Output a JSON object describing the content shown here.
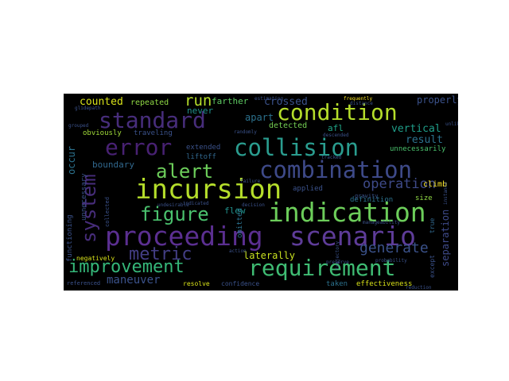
{
  "wordcloud": {
    "background": "#000000",
    "words": [
      {
        "text": "proceeding",
        "color": "#5b2f91"
      },
      {
        "text": "scenario",
        "color": "#5e3c99"
      },
      {
        "text": "requirement",
        "color": "#3fbc73"
      },
      {
        "text": "indication",
        "color": "#6ccd5a"
      },
      {
        "text": "incursion",
        "color": "#b5de2b"
      },
      {
        "text": "combination",
        "color": "#3e4a89"
      },
      {
        "text": "collision",
        "color": "#2a9d8f"
      },
      {
        "text": "condition",
        "color": "#b5de2b"
      },
      {
        "text": "standard",
        "color": "#472d7b"
      },
      {
        "text": "error",
        "color": "#482173"
      },
      {
        "text": "alert",
        "color": "#6ccd5a"
      },
      {
        "text": "figure",
        "color": "#4ac16d"
      },
      {
        "text": "system",
        "color": "#472d7b"
      },
      {
        "text": "improvement",
        "color": "#35b779"
      },
      {
        "text": "metric",
        "color": "#433e85"
      },
      {
        "text": "run",
        "color": "#b5de2b"
      },
      {
        "text": "counted",
        "color": "#d8e219"
      },
      {
        "text": "repeated",
        "color": "#8fd744"
      },
      {
        "text": "farther",
        "color": "#5ec962"
      },
      {
        "text": "crossed",
        "color": "#3b528b"
      },
      {
        "text": "properly",
        "color": "#3b528b"
      },
      {
        "text": "apart",
        "color": "#2c728e"
      },
      {
        "text": "obviously",
        "color": "#a0da39"
      },
      {
        "text": "traveling",
        "color": "#3b528b"
      },
      {
        "text": "never",
        "color": "#21918c"
      },
      {
        "text": "detected",
        "color": "#75d054"
      },
      {
        "text": "afl",
        "color": "#20a486"
      },
      {
        "text": "vertical",
        "color": "#1f9e89"
      },
      {
        "text": "result",
        "color": "#2c728e"
      },
      {
        "text": "extended",
        "color": "#3b528b"
      },
      {
        "text": "liftoff",
        "color": "#31688e"
      },
      {
        "text": "unnecessarily",
        "color": "#4ac16d"
      },
      {
        "text": "boundary",
        "color": "#31688e"
      },
      {
        "text": "operation",
        "color": "#3e4a89"
      },
      {
        "text": "climb",
        "color": "#fde725"
      },
      {
        "text": "size",
        "color": "#8fd744"
      },
      {
        "text": "applied",
        "color": "#3b528b"
      },
      {
        "text": "omitted",
        "color": "#2c728e"
      },
      {
        "text": "flew",
        "color": "#21918c"
      },
      {
        "text": "generate",
        "color": "#3b528b"
      },
      {
        "text": "laterally",
        "color": "#c8e020"
      },
      {
        "text": "separation",
        "color": "#3e4a89"
      },
      {
        "text": "maneuver",
        "color": "#3b528b"
      },
      {
        "text": "resolve",
        "color": "#d8e219"
      },
      {
        "text": "confidence",
        "color": "#3b528b"
      },
      {
        "text": "taken",
        "color": "#2c728e"
      },
      {
        "text": "effectiveness",
        "color": "#d8e219"
      },
      {
        "text": "definition",
        "color": "#2c728e"
      },
      {
        "text": "occur",
        "color": "#2c728e"
      },
      {
        "text": "unnecessary",
        "color": "#3b528b"
      },
      {
        "text": "functioning",
        "color": "#3b528b"
      },
      {
        "text": "negatively",
        "color": "#d8e219"
      },
      {
        "text": "referenced",
        "color": "#3b528b"
      },
      {
        "text": "except",
        "color": "#3b528b"
      },
      {
        "text": "true",
        "color": "#31688e"
      },
      {
        "text": "gravity",
        "color": "#3b528b"
      },
      {
        "text": "collected",
        "color": "#3b528b"
      },
      {
        "text": "frequently",
        "color": "#fde725"
      },
      {
        "text": "randomly",
        "color": "#3b528b"
      },
      {
        "text": "tracked",
        "color": "#3b528b"
      },
      {
        "text": "decision",
        "color": "#3b528b"
      },
      {
        "text": "failure",
        "color": "#3b528b"
      },
      {
        "text": "grouped",
        "color": "#3b528b"
      },
      {
        "text": "estimating",
        "color": "#3b528b"
      },
      {
        "text": "manageability",
        "color": "#3b528b"
      },
      {
        "text": "instance",
        "color": "#3b528b"
      },
      {
        "text": "unlike",
        "color": "#3b528b"
      },
      {
        "text": "distance",
        "color": "#3b528b"
      },
      {
        "text": "reduction",
        "color": "#3b528b"
      },
      {
        "text": "probability",
        "color": "#3b528b"
      },
      {
        "text": "trajectory",
        "color": "#3b528b"
      },
      {
        "text": "action",
        "color": "#3b528b"
      },
      {
        "text": "descended",
        "color": "#3b528b"
      },
      {
        "text": "indicated",
        "color": "#3b528b"
      },
      {
        "text": "glidepath",
        "color": "#3b528b"
      },
      {
        "text": "preserve",
        "color": "#3b528b"
      },
      {
        "text": "undesirable",
        "color": "#3b528b"
      }
    ]
  }
}
